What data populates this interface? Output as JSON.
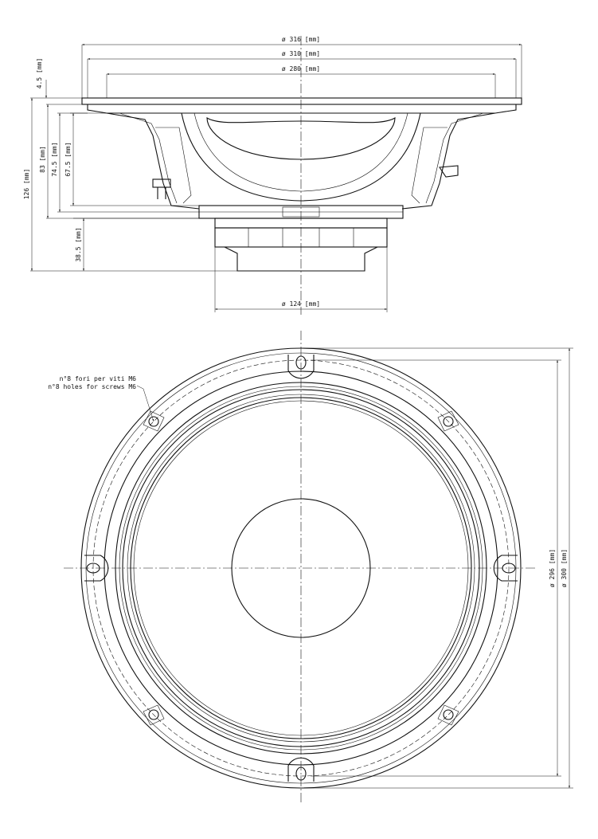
{
  "side_view": {
    "dim_316": "ø 316 [mm]",
    "dim_310": "ø 310 [mm]",
    "dim_280": "ø 280 [mm]",
    "dim_124": "ø 124 [mm]",
    "dim_4_5": "4.5 [mm]",
    "dim_126": "126 [mm]",
    "dim_83": "83 [mm]",
    "dim_74_5": "74.5 [mm]",
    "dim_67_5": "67.5 [mm]",
    "dim_38_5": "38.5 [mm]"
  },
  "front_view": {
    "holes_note_it": "n°8 fori per viti M6",
    "holes_note_en": "n°8 holes for screws M6",
    "dim_296": "ø 296 [mm]",
    "dim_300": "ø 300 [mm]"
  }
}
